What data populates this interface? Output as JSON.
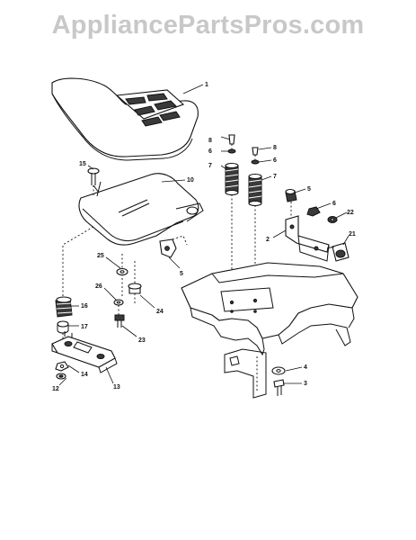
{
  "header": {
    "watermark_text": "AppliancePartsPros.com"
  },
  "callouts": [
    "1",
    "2",
    "3",
    "4",
    "5",
    "6",
    "7",
    "8",
    "10",
    "12",
    "13",
    "14",
    "15",
    "16",
    "17",
    "21",
    "22",
    "23",
    "24",
    "25",
    "26"
  ]
}
